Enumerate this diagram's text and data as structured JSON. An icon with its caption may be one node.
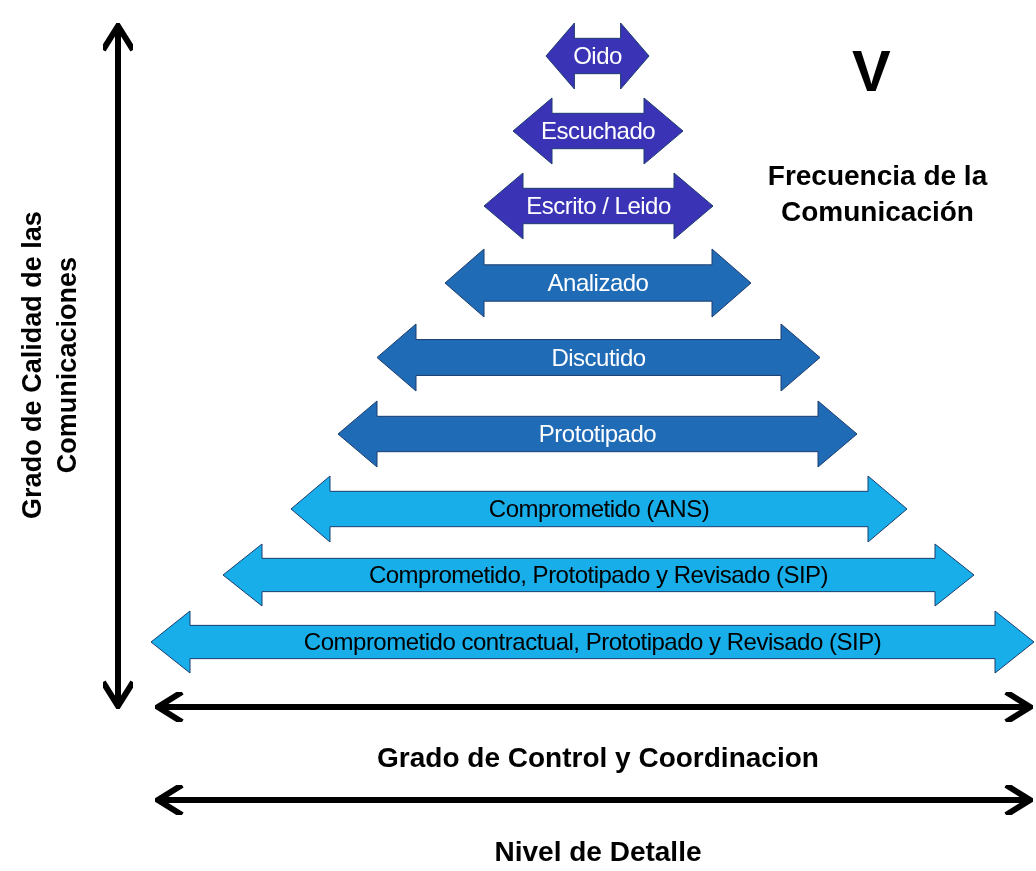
{
  "diagram": {
    "nodes": [
      {
        "text": [
          "Oido"
        ]
      },
      {
        "text": [
          "Escuchado"
        ]
      },
      {
        "text": [
          "Escrito / Leido"
        ]
      },
      {
        "text": [
          "Analizado"
        ]
      },
      {
        "text": [
          "Discutido"
        ]
      },
      {
        "text": [
          "Prototipado"
        ]
      },
      {
        "text": [
          "Comprometido (ANS)"
        ]
      },
      {
        "text": [
          "Comprometido, Prototipado y Revisado (SIP)"
        ]
      },
      {
        "text": [
          "Comprometido contractual, Prototipado y Revisado (SIP)"
        ]
      }
    ],
    "labels": [
      "V",
      "Frecuencia de la Comunicación",
      "Grado de Calidad de las Comunicaciones",
      "Grado de Control y Coordinacion",
      "Nivel de Detalle"
    ]
  }
}
